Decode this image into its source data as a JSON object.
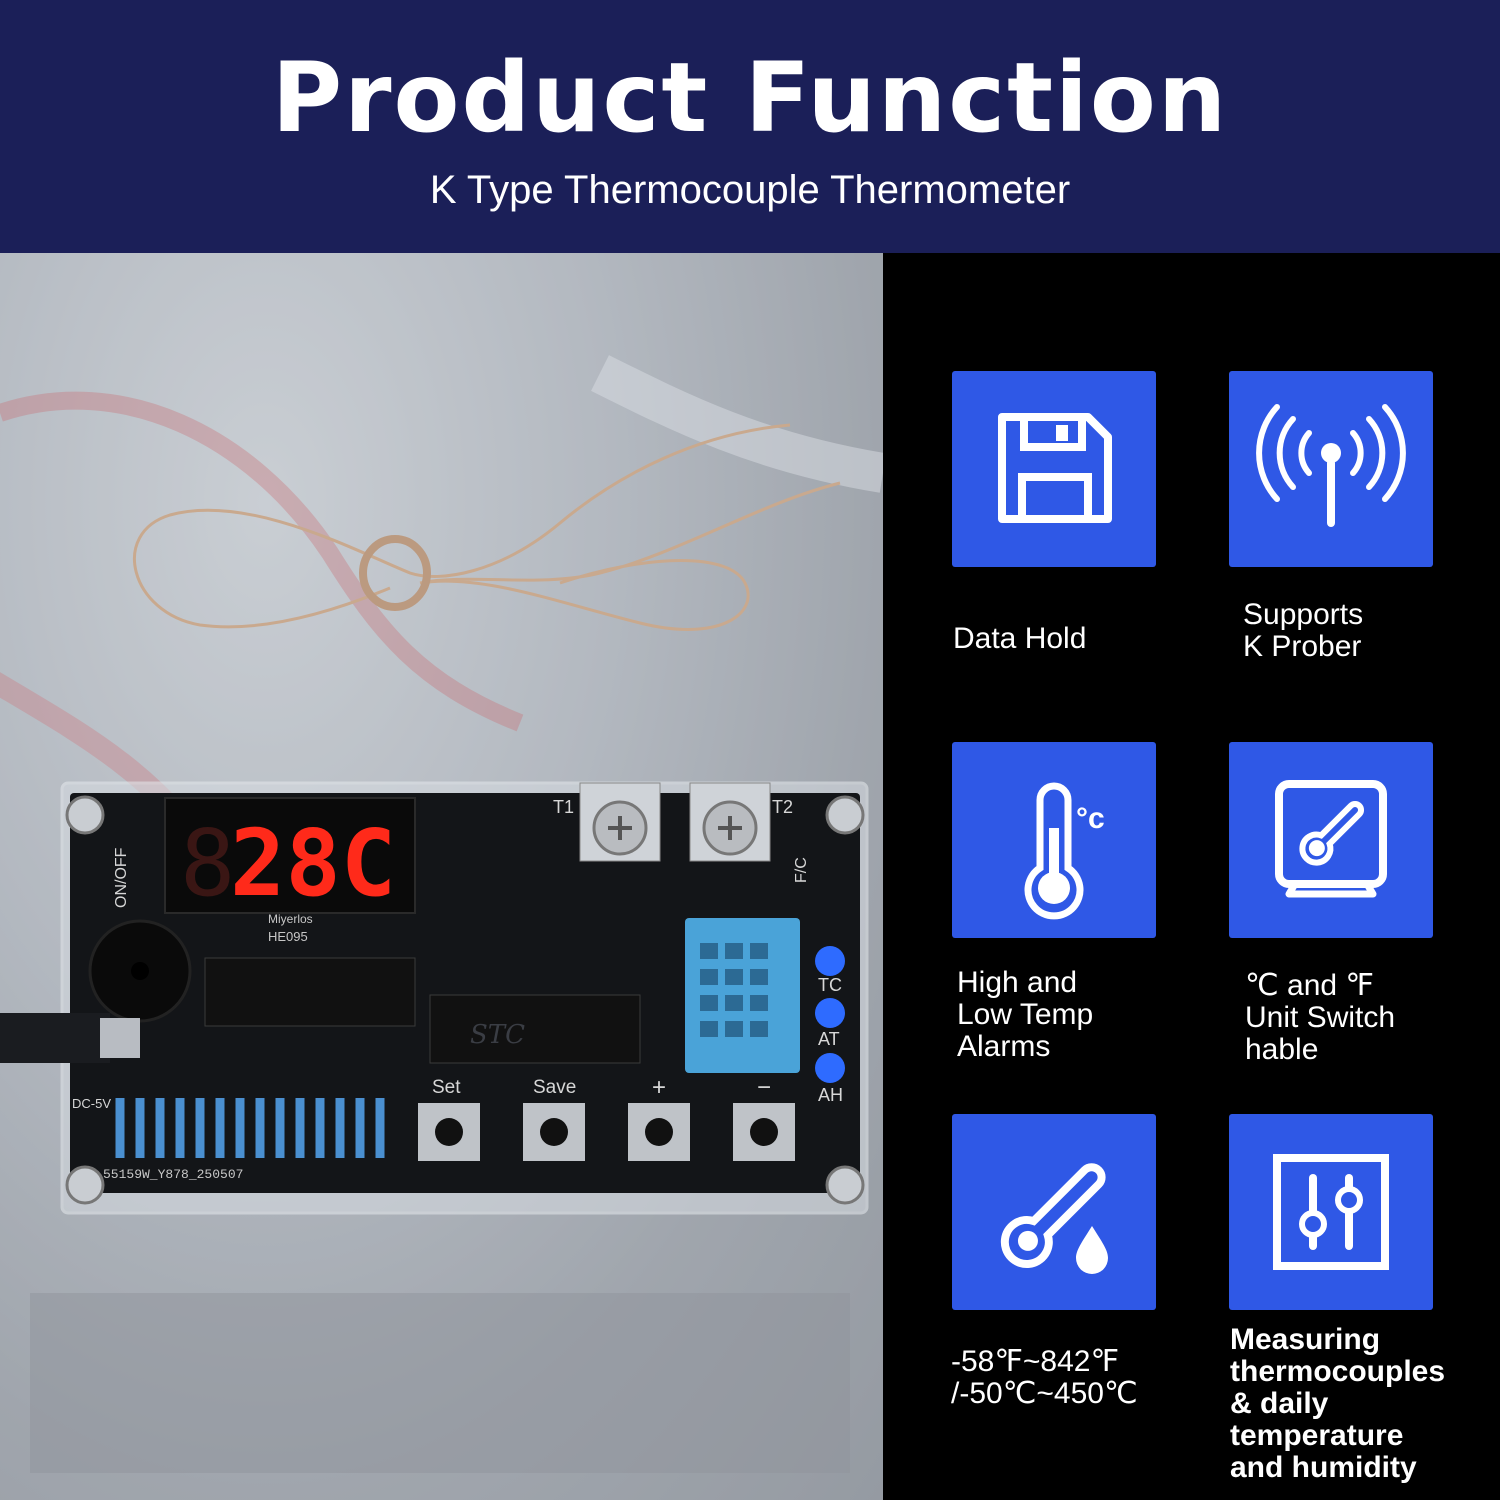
{
  "header": {
    "title": "Product Function",
    "subtitle": "K Type Thermocouple Thermometer"
  },
  "device": {
    "display_value": "28C",
    "power_switch_label": "ON/OFF",
    "unit_switch_label": "F/C",
    "brand": "Miyerlos",
    "model": "HE095",
    "terminal_1": "T1",
    "terminal_2": "T2",
    "power_label": "DC-5V",
    "pcb_code": "55159W_Y878_250507",
    "led_labels": [
      "TC",
      "AT",
      "AH"
    ],
    "buttons": [
      "Set",
      "Save",
      "+",
      "−"
    ]
  },
  "features": [
    {
      "icon": "floppy-disk-icon",
      "label": "Data Hold"
    },
    {
      "icon": "antenna-signal-icon",
      "label": "Supports\nK Prober"
    },
    {
      "icon": "thermometer-celsius-icon",
      "label": "High and\nLow Temp\nAlarms"
    },
    {
      "icon": "thermometer-display-icon",
      "label": "℃ and ℉\nUnit Switch\nhable"
    },
    {
      "icon": "thermometer-drop-icon",
      "label": "-58℉~842℉\n/-50℃~450℃"
    },
    {
      "icon": "sliders-icon",
      "label": "Measuring\nthermocouples\n& daily\ntemperature\nand humidity"
    }
  ],
  "colors": {
    "header_bg": "#1b1f58",
    "tile_bg": "#2f58e6",
    "panel_bg": "#000000",
    "display_red": "#ff2a1a"
  }
}
